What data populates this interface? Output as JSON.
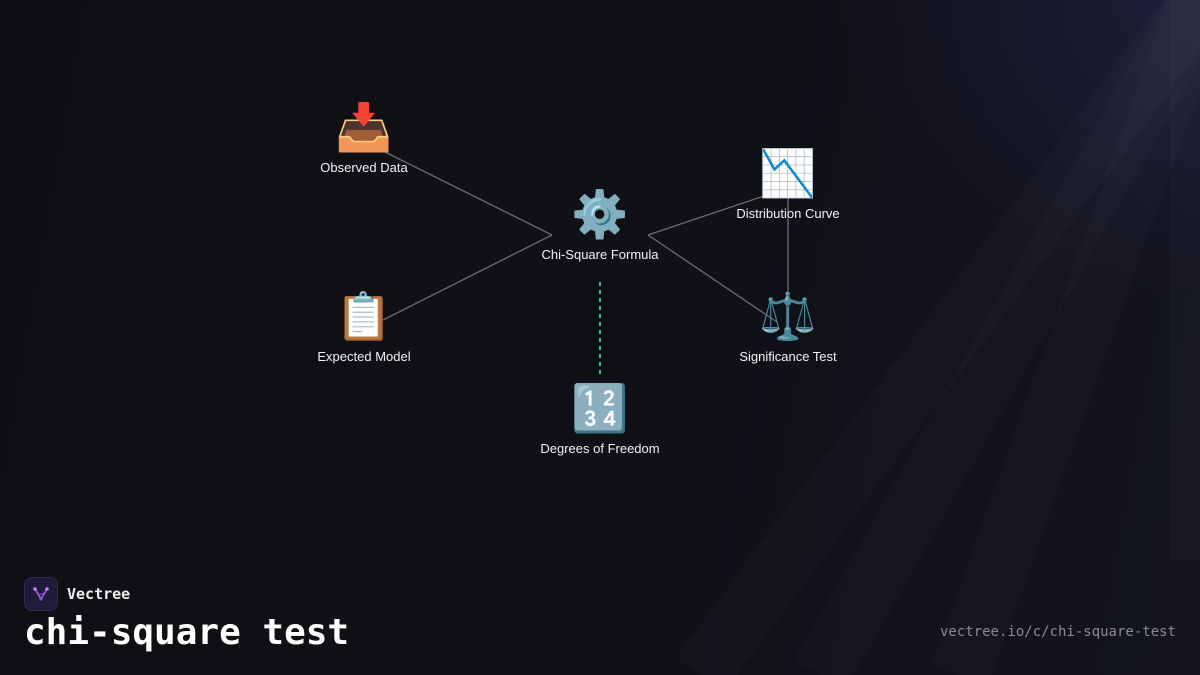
{
  "diagram": {
    "nodes": [
      {
        "id": "observed",
        "label": "Observed Data",
        "icon": "inbox-tray-icon",
        "glyph": "📥"
      },
      {
        "id": "expected",
        "label": "Expected Model",
        "icon": "clipboard-icon",
        "glyph": "📋"
      },
      {
        "id": "formula",
        "label": "Chi-Square Formula",
        "icon": "gear-icon",
        "glyph": "⚙️"
      },
      {
        "id": "dof",
        "label": "Degrees of Freedom",
        "icon": "input-numbers-icon",
        "glyph": "🔢"
      },
      {
        "id": "curve",
        "label": "Distribution Curve",
        "icon": "chart-decreasing-icon",
        "glyph": "📉"
      },
      {
        "id": "significance",
        "label": "Significance Test",
        "icon": "balance-scale-icon",
        "glyph": "⚖️"
      }
    ],
    "edges": [
      {
        "from": "observed",
        "to": "formula",
        "style": "solid"
      },
      {
        "from": "expected",
        "to": "formula",
        "style": "solid"
      },
      {
        "from": "formula",
        "to": "curve",
        "style": "solid"
      },
      {
        "from": "formula",
        "to": "significance",
        "style": "solid"
      },
      {
        "from": "curve",
        "to": "significance",
        "style": "solid"
      },
      {
        "from": "formula",
        "to": "dof",
        "style": "dashed"
      }
    ],
    "colors": {
      "edge": "#6b6b70",
      "edge_dashed": "#3ee6b0"
    }
  },
  "footer": {
    "brand_name": "Vectree",
    "brand_icon": "vectree-logo-icon",
    "title": "chi-square test",
    "url": "vectree.io/c/chi-square-test"
  },
  "colors": {
    "background": "#0e0e12",
    "brand_accent": "#b05cf0"
  }
}
